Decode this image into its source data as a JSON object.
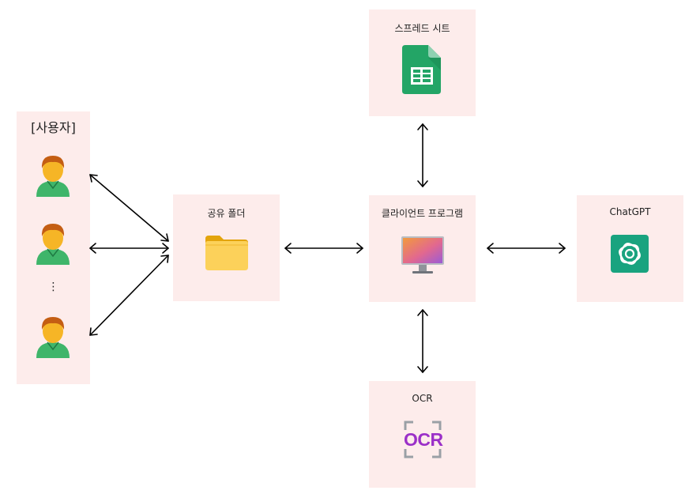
{
  "users": {
    "title": "[사용자]",
    "ellipsis": "⋮"
  },
  "nodes": {
    "shared_folder": {
      "label": "공유 폴더"
    },
    "client": {
      "label": "클라이언트 프로그램"
    },
    "spreadsheet": {
      "label": "스프레드 시트"
    },
    "chatgpt": {
      "label": "ChatGPT"
    },
    "ocr": {
      "label": "OCR",
      "icon_text": "OCR"
    }
  },
  "colors": {
    "box_bg": "#fdeceb",
    "sheets_green": "#1e8e3e",
    "chatgpt_green": "#19a37f",
    "ocr_purple": "#9b30c8",
    "user_body": "#3fb56a",
    "user_face": "#f6b526"
  }
}
